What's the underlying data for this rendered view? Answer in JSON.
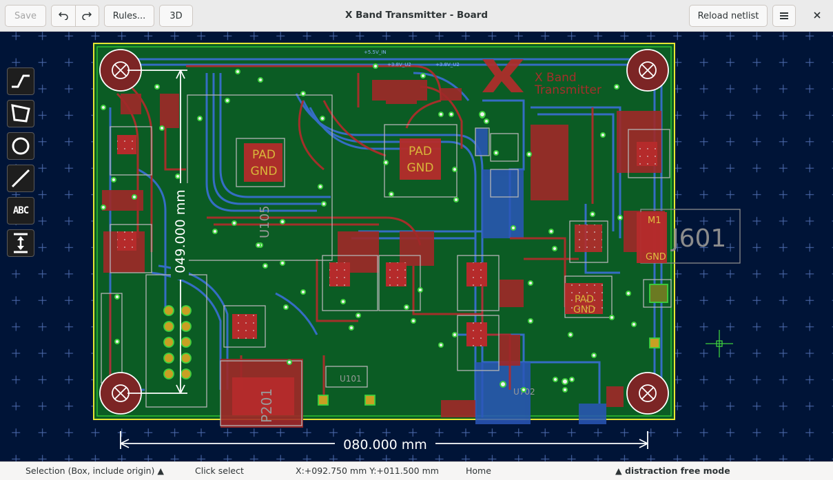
{
  "window": {
    "title": "X Band Transmitter - Board"
  },
  "header": {
    "save_label": "Save",
    "undo_icon": "undo-icon",
    "redo_icon": "redo-icon",
    "rules_label": "Rules...",
    "view3d_label": "3D",
    "reload_label": "Reload netlist",
    "menu_icon": "hamburger-menu-icon",
    "close_icon": "close-icon"
  },
  "toolbar": {
    "tools": [
      "trace-tool",
      "polygon-tool",
      "circle-tool",
      "line-tool",
      "text-tool",
      "dimension-tool"
    ],
    "text_tool_label": "ABC"
  },
  "board": {
    "labels": {
      "pad_gnd_a_1": "PAD",
      "pad_gnd_a_2": "GND",
      "pad_gnd_b_1": "PAD",
      "pad_gnd_b_2": "GND",
      "pad_gnd_c_1": "PAD",
      "pad_gnd_c_2": "GND",
      "u105": "U105",
      "j601": "J601",
      "m1": "M1",
      "gnd_j": "GND",
      "p201": "P201",
      "u702": "U702",
      "u101": "U101",
      "logo_line1": "X Band",
      "logo_line2": "Transmitter",
      "net_55v": "+5.5V_IN",
      "net_38v_a": "+3.8V_U2",
      "net_38v_b": "+3.8V_U2"
    },
    "dimensions": {
      "horizontal": "080.000 mm",
      "vertical": "049.000 mm"
    },
    "colors": {
      "background": "#001437",
      "board_fill": "#0b5c24",
      "copper_front": "#b52b2b",
      "copper_back": "#3a6fd6",
      "silkscreen": "#c8c8c8",
      "pad_gold": "#c8a023",
      "edge": "#e6e632",
      "via_green": "#4bd14b",
      "grid": "#4f6eb0"
    }
  },
  "status": {
    "selection_mode": "Selection (Box, include origin)",
    "click_hint": "Click select",
    "coordinates": "X:+092.750 mm Y:+011.500 mm",
    "home": "Home",
    "mode": "distraction free mode"
  }
}
